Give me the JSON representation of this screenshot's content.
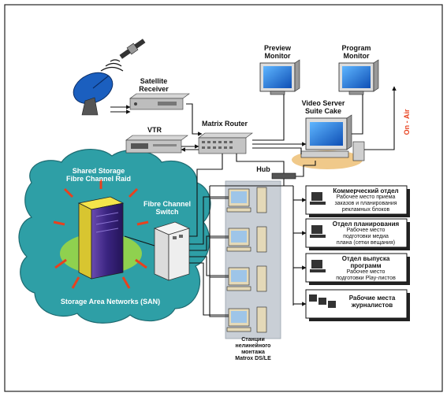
{
  "labels": {
    "satellite_receiver": "Satellite\nReceiver",
    "preview_monitor": "Preview\nMonitor",
    "program_monitor": "Program\nMonitor",
    "video_server": "Video Server\nSuite Cake",
    "vtr": "VTR",
    "matrix_router": "Matrix Router",
    "on_air": "On - Air",
    "hub": "Hub",
    "shared_storage": "Shared Storage\nFibre Channel Raid",
    "fc_switch": "Fibre Channel\nSwitch",
    "san": "Storage Area Networks (SAN)",
    "stations": "Станции\nнелинейного\nмонтажа\nMatrox DS/LE"
  },
  "departments": [
    {
      "title": "Коммерческий отдел",
      "desc": "Рабочее место приема\nзаказов и планирования\nрекламных блоков"
    },
    {
      "title": "Отдел планирования",
      "desc": "Рабочее место\nподготовки медиа\nплана (сетки вещания)"
    },
    {
      "title": "Отдел выпуска\nпрограмм",
      "desc": "Рабочее место\nподготовки Play-листов"
    },
    {
      "title": "Рабочие места\nжурналистов",
      "desc": ""
    }
  ],
  "colors": {
    "cloud": "#2e9fa6",
    "station_panel": "#c9cfd6",
    "on_air": "#e8411e",
    "server_yellow": "#f4e44a",
    "server_purple": "#5b3ea0",
    "dish_blue": "#1b5fbf",
    "monitor_blue": "#1a6fe0"
  }
}
